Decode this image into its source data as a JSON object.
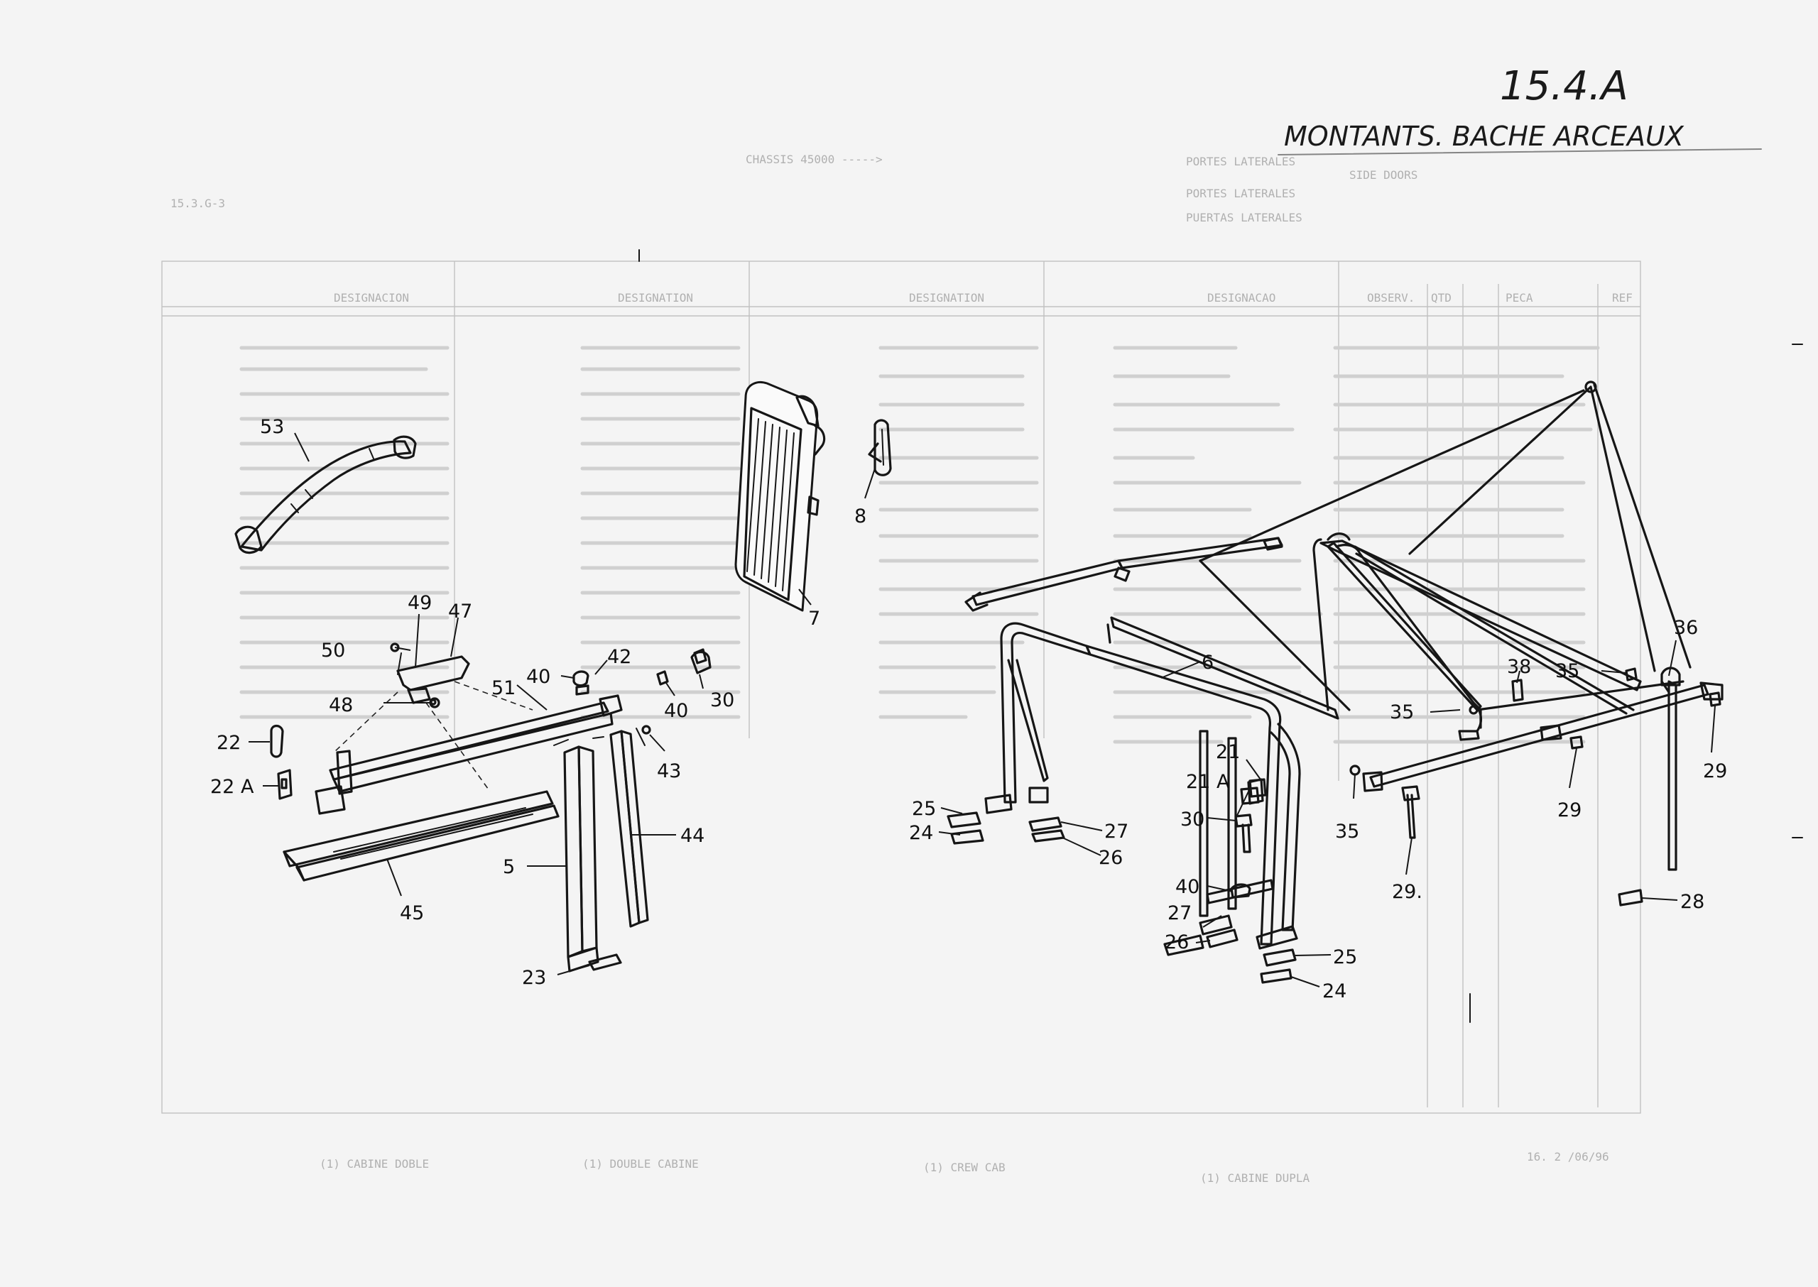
{
  "page": {
    "code": "15.4.A",
    "title": "MONTANTS. BACHE ARCEAUX",
    "ghost_ref": "15.3.G-3",
    "ghost_chassis": "CHASSIS 45000 ----->",
    "ghost_titles": [
      "PORTES LATERALES",
      "SIDE DOORS",
      "PORTES LATERALES",
      "PUERTAS LATERALES"
    ],
    "ghost_footer": [
      "(1) CABINE DUPLA",
      "(1) CREW CAB",
      "(1) DOUBLE CABINE",
      "(1) CABINE DOBLE"
    ],
    "ghost_date": "16. 2 /06/96",
    "ghost_headers": [
      "REF",
      "PECA",
      "QTD",
      "OBSERV.",
      "DESIGNACAO",
      "DESIGNATION",
      "DESIGNATION",
      "DESIGNACION"
    ]
  },
  "callouts": [
    {
      "id": "53",
      "label": "53"
    },
    {
      "id": "49",
      "label": "49"
    },
    {
      "id": "47",
      "label": "47"
    },
    {
      "id": "50",
      "label": "50"
    },
    {
      "id": "48",
      "label": "48"
    },
    {
      "id": "51",
      "label": "51"
    },
    {
      "id": "40a",
      "label": "40"
    },
    {
      "id": "42",
      "label": "42"
    },
    {
      "id": "40b",
      "label": "40"
    },
    {
      "id": "30a",
      "label": "30"
    },
    {
      "id": "43",
      "label": "43"
    },
    {
      "id": "22",
      "label": "22"
    },
    {
      "id": "22A",
      "label": "22 A"
    },
    {
      "id": "44",
      "label": "44"
    },
    {
      "id": "5",
      "label": "5"
    },
    {
      "id": "45",
      "label": "45"
    },
    {
      "id": "23",
      "label": "23"
    },
    {
      "id": "8",
      "label": "8"
    },
    {
      "id": "7",
      "label": "7"
    },
    {
      "id": "6",
      "label": "6"
    },
    {
      "id": "25a",
      "label": "25"
    },
    {
      "id": "24a",
      "label": "24"
    },
    {
      "id": "27a",
      "label": "27"
    },
    {
      "id": "26a",
      "label": "26"
    },
    {
      "id": "21",
      "label": "21"
    },
    {
      "id": "21A",
      "label": "21 A"
    },
    {
      "id": "30b",
      "label": "30"
    },
    {
      "id": "40c",
      "label": "40"
    },
    {
      "id": "27b",
      "label": "27"
    },
    {
      "id": "26b",
      "label": "26"
    },
    {
      "id": "25b",
      "label": "25"
    },
    {
      "id": "24b",
      "label": "24"
    },
    {
      "id": "35a",
      "label": "35"
    },
    {
      "id": "35b",
      "label": "35"
    },
    {
      "id": "35c",
      "label": "35"
    },
    {
      "id": "38",
      "label": "38"
    },
    {
      "id": "36",
      "label": "36"
    },
    {
      "id": "29a",
      "label": "29"
    },
    {
      "id": "29b",
      "label": "29"
    },
    {
      "id": "29c",
      "label": "29."
    },
    {
      "id": "28",
      "label": "28"
    }
  ]
}
